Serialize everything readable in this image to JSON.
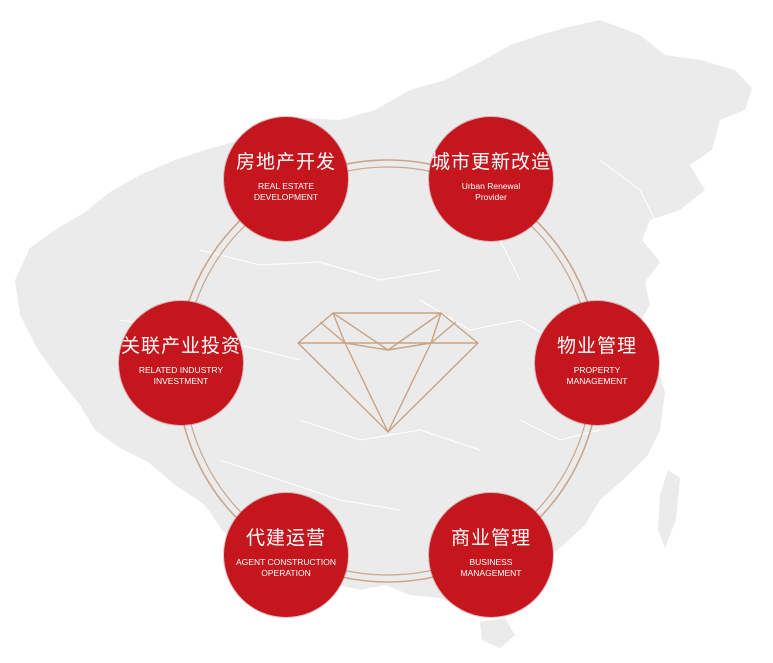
{
  "colors": {
    "node_fill": "#c4161c",
    "ring_stroke": "#c9a68c",
    "map_fill": "#ebebeb",
    "diamond_stroke": "#c8a486"
  },
  "center_icon": "diamond-icon",
  "background_icon": "china-map-icon",
  "nodes": [
    {
      "id": "real-estate",
      "cn": "房地产开发",
      "en": "REAL ESTATE\nDEVELOPMENT"
    },
    {
      "id": "urban-renewal",
      "cn": "城市更新改造",
      "en": "Urban Renewal\nProvider"
    },
    {
      "id": "property",
      "cn": "物业管理",
      "en": "PROPERTY\nMANAGEMENT"
    },
    {
      "id": "business",
      "cn": "商业管理",
      "en": "BUSINESS\nMANAGEMENT"
    },
    {
      "id": "agent-construction",
      "cn": "代建运营",
      "en": "AGENT CONSTRUCTION\nOPERATION"
    },
    {
      "id": "related-industry",
      "cn": "关联产业投资",
      "en": "RELATED INDUSTRY\nINVESTMENT"
    }
  ]
}
